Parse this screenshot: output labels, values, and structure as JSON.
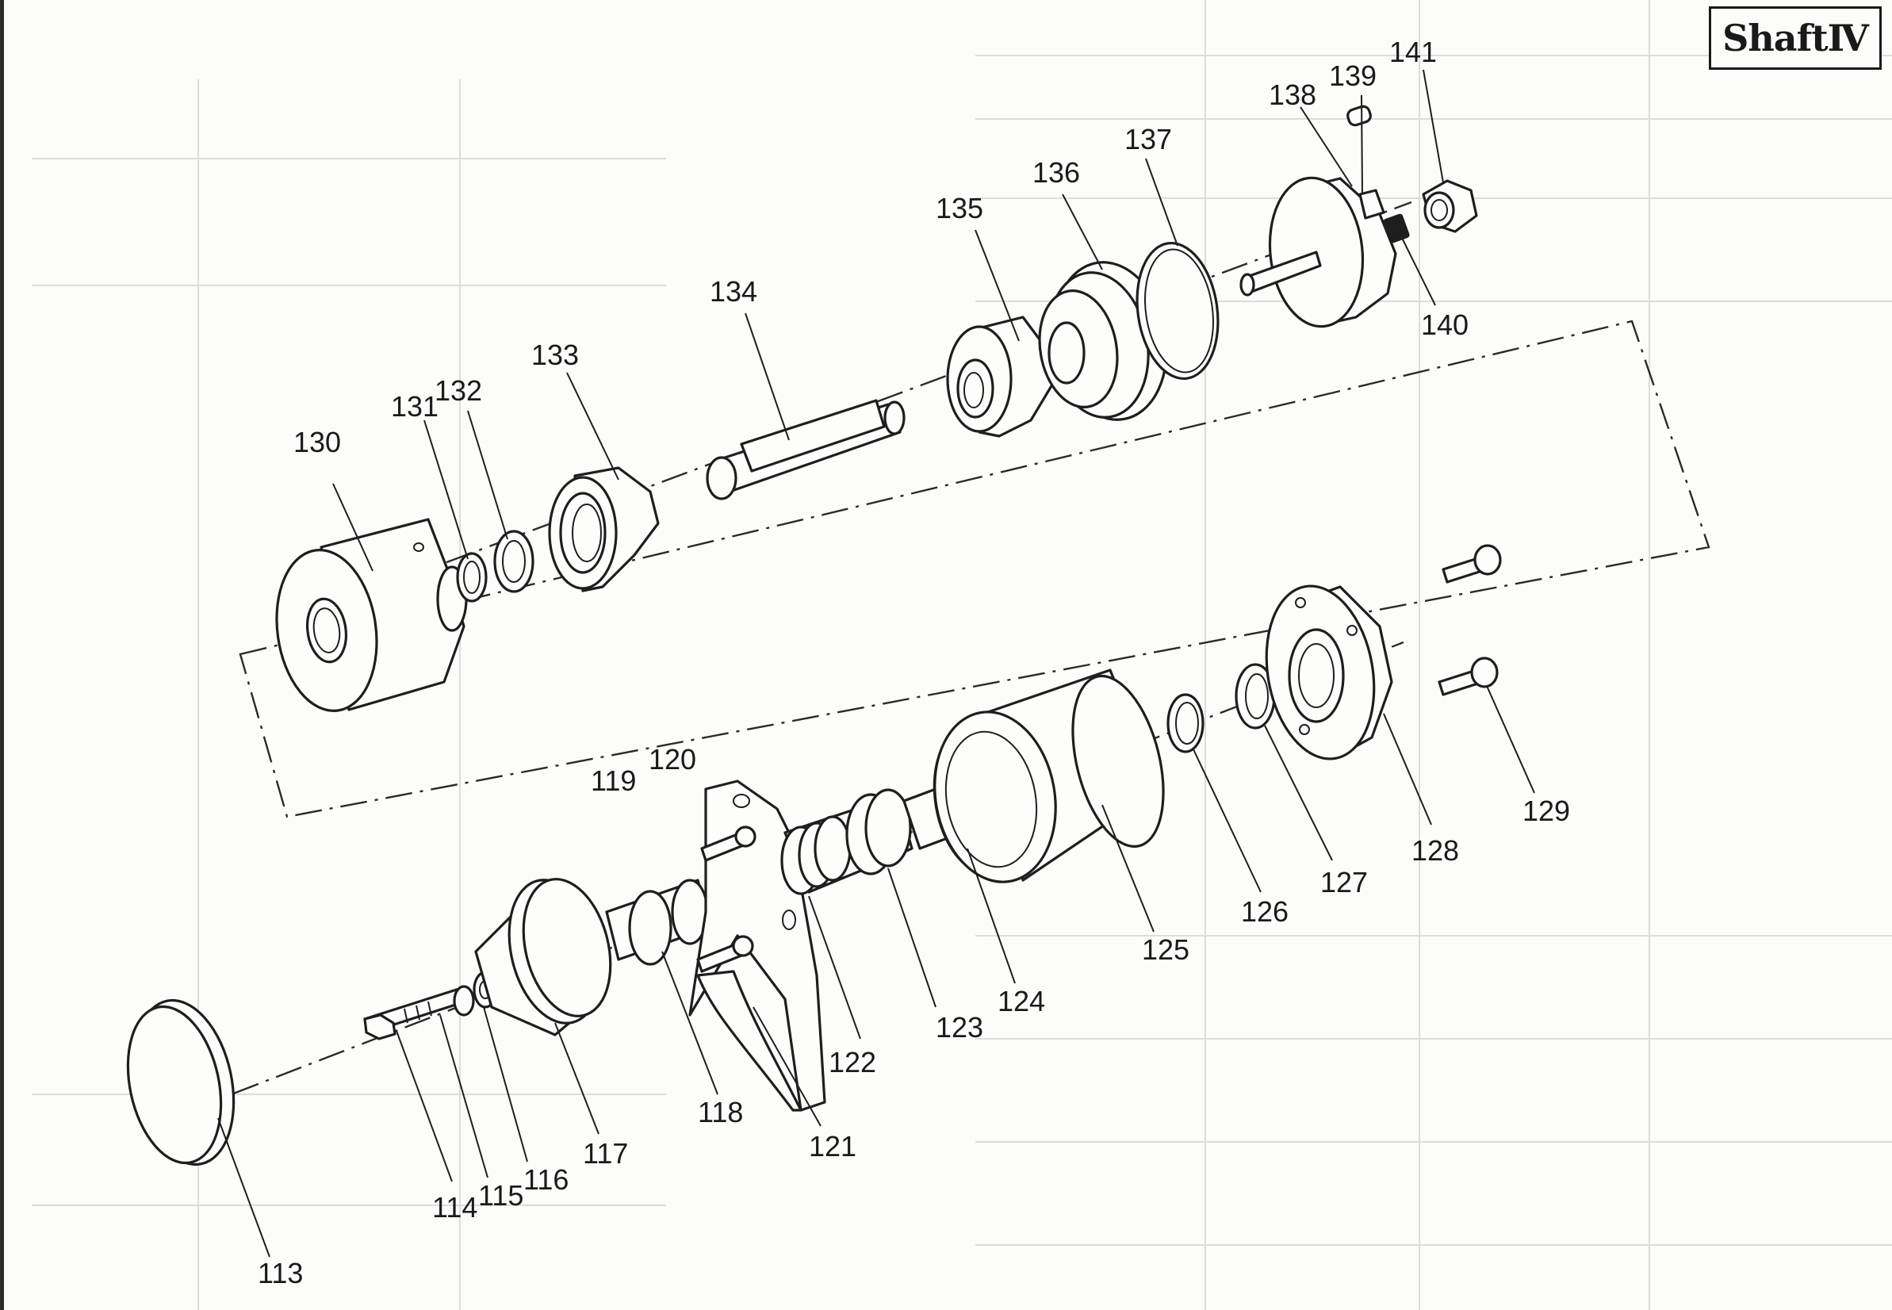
{
  "title": "ShaftⅣ",
  "labels": [
    {
      "id": "113",
      "text": "113"
    },
    {
      "id": "114",
      "text": "114"
    },
    {
      "id": "115",
      "text": "115"
    },
    {
      "id": "116",
      "text": "116"
    },
    {
      "id": "117",
      "text": "117"
    },
    {
      "id": "118",
      "text": "118"
    },
    {
      "id": "119",
      "text": "119"
    },
    {
      "id": "120",
      "text": "120"
    },
    {
      "id": "121",
      "text": "121"
    },
    {
      "id": "122",
      "text": "122"
    },
    {
      "id": "123",
      "text": "123"
    },
    {
      "id": "124",
      "text": "124"
    },
    {
      "id": "125",
      "text": "125"
    },
    {
      "id": "126",
      "text": "126"
    },
    {
      "id": "127",
      "text": "127"
    },
    {
      "id": "128",
      "text": "128"
    },
    {
      "id": "129",
      "text": "129"
    },
    {
      "id": "130",
      "text": "130"
    },
    {
      "id": "131",
      "text": "131"
    },
    {
      "id": "132",
      "text": "132"
    },
    {
      "id": "133",
      "text": "133"
    },
    {
      "id": "134",
      "text": "134"
    },
    {
      "id": "135",
      "text": "135"
    },
    {
      "id": "136",
      "text": "136"
    },
    {
      "id": "137",
      "text": "137"
    },
    {
      "id": "138",
      "text": "138"
    },
    {
      "id": "139",
      "text": "139"
    },
    {
      "id": "140",
      "text": "140"
    },
    {
      "id": "141",
      "text": "141"
    }
  ]
}
